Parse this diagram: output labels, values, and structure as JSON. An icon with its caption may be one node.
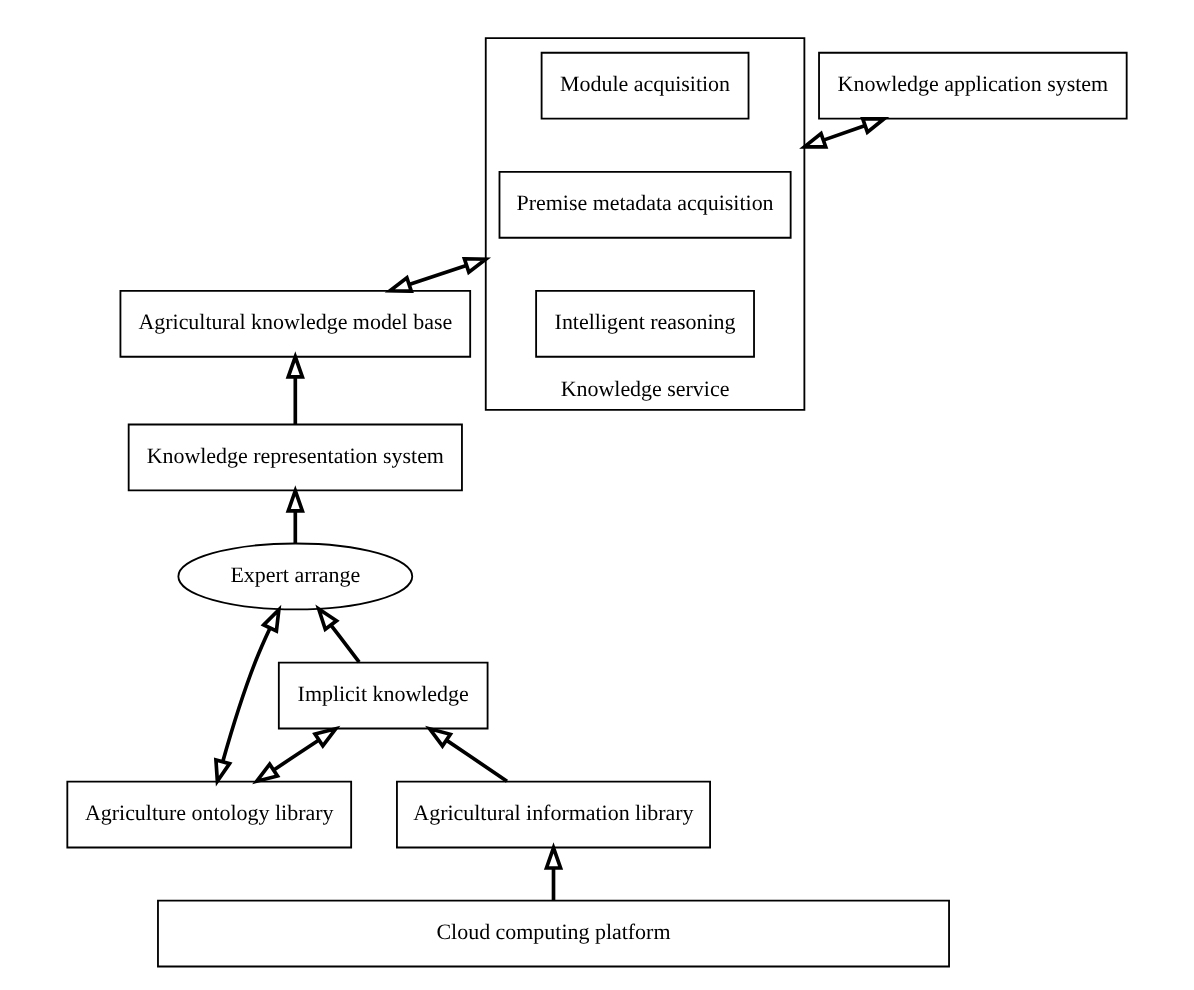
{
  "diagram": {
    "nodes": [
      {
        "text": [
          "Agriculture ontology library"
        ]
      },
      {
        "text": [
          "Knowledge representation system"
        ]
      },
      {
        "text": [
          "Expert arrange"
        ]
      },
      {
        "text": [
          "Implicit knowledge"
        ]
      },
      {
        "text": [
          "Agricultural information library"
        ]
      },
      {
        "text": [
          "Agricultural knowledge model base"
        ]
      },
      {
        "text": [
          "Knowledge service"
        ]
      },
      {
        "text": [
          "Module acquisition"
        ],
        "in": 6
      },
      {
        "text": [
          "Premise metadata acquisition"
        ],
        "in": 6
      },
      {
        "text": [
          "Intelligent reasoning"
        ],
        "in": 6
      },
      {
        "text": [
          "Knowledge application system"
        ]
      },
      {
        "text": [
          "Cloud computing platform"
        ]
      }
    ],
    "edges": [
      {
        "from": 11,
        "to": 4,
        "arrow": "to"
      },
      {
        "from": 4,
        "to": 3,
        "arrow": "to"
      },
      {
        "from": 3,
        "to": 2,
        "arrow": "to"
      },
      {
        "from": 2,
        "to": 1,
        "arrow": "to"
      },
      {
        "from": 1,
        "to": 5,
        "arrow": "to"
      },
      {
        "from": 0,
        "to": 2,
        "arrow": "both"
      },
      {
        "from": 0,
        "to": 3,
        "arrow": "both"
      },
      {
        "from": 5,
        "to": 6,
        "arrow": "both"
      },
      {
        "from": 6,
        "to": 10,
        "arrow": "both"
      }
    ]
  }
}
